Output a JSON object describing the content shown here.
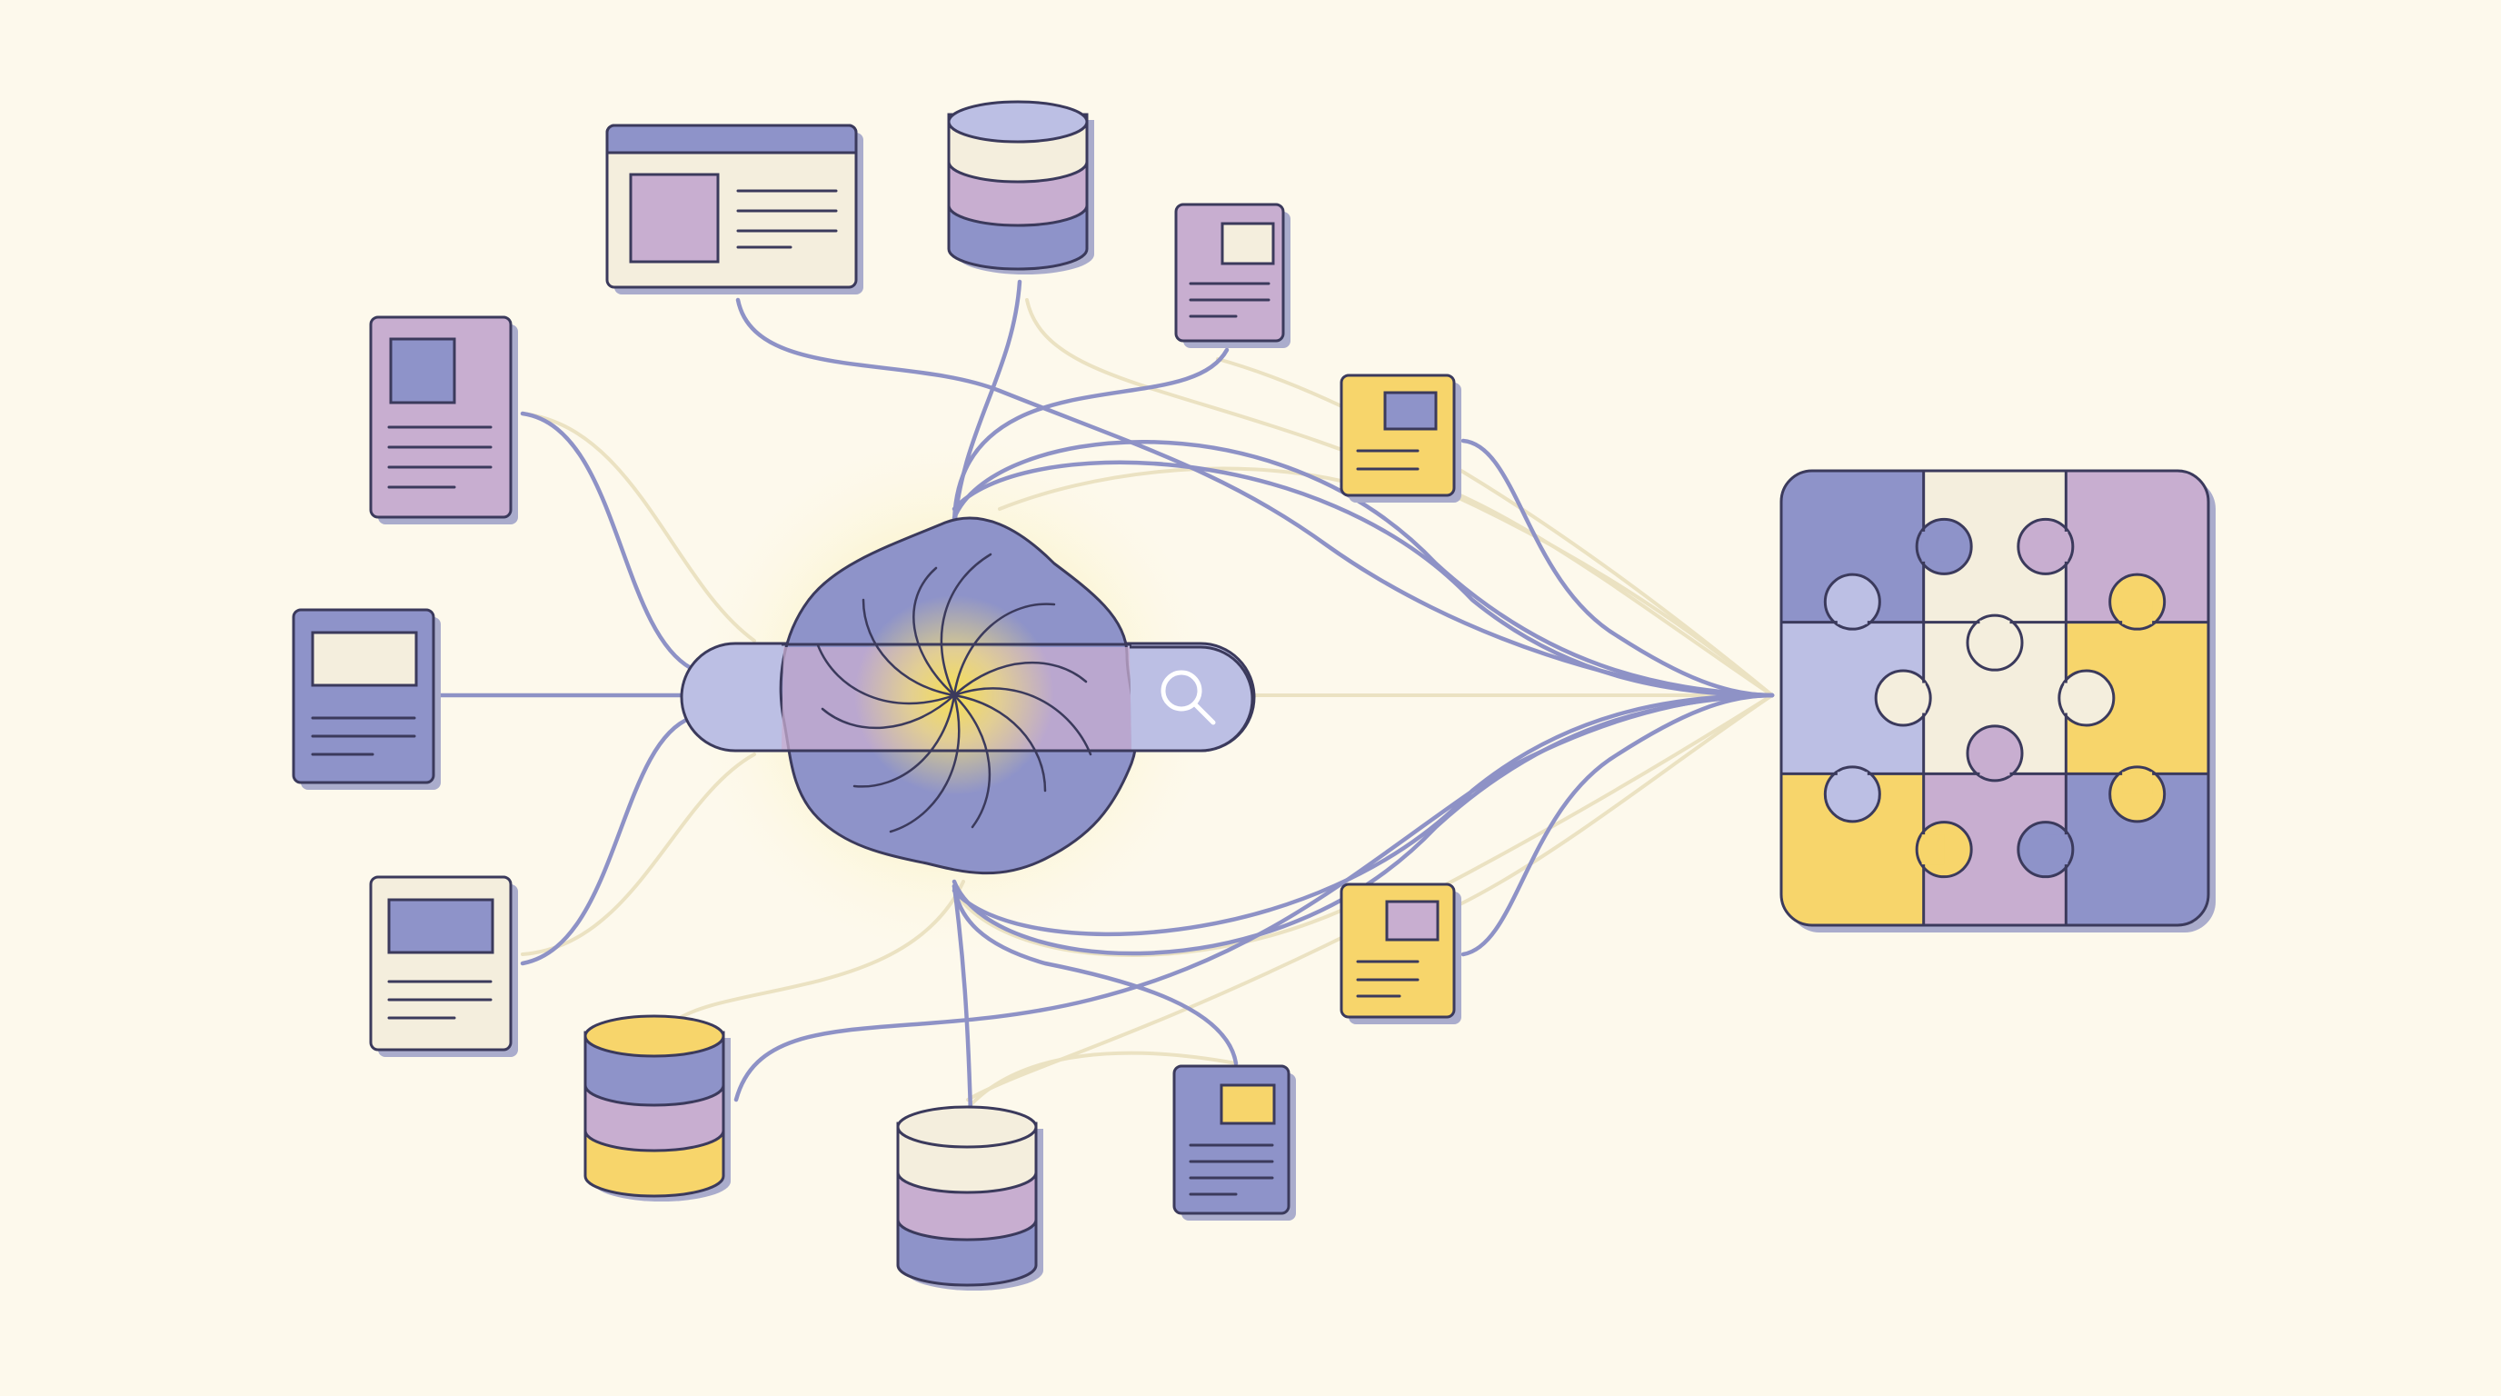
{
  "palette": {
    "background": "#fdf9ec",
    "outline": "#3b3a5c",
    "shadow": "#aaaccc",
    "periwinkle": "#8e93c9",
    "lavender": "#bcbfe4",
    "mauve": "#c8aed0",
    "cream": "#f4eedd",
    "yellow": "#f7d56b",
    "glow": "#f7e36a",
    "line_strong": "#8e92c6",
    "line_faint": "#ebe2c2"
  },
  "hub": {
    "icon": "search-icon",
    "blob_icon": "swirl-blob-icon"
  },
  "sources": [
    {
      "id": "browser-window",
      "kind": "window",
      "colors": {
        "bar": "#8e93c9",
        "body": "#f4eedd",
        "thumb": "#c8aed0"
      }
    },
    {
      "id": "database-top",
      "kind": "cylinder",
      "colors": {
        "top": "#bcbfe4",
        "bands": [
          "#f4eedd",
          "#c8aed0",
          "#8e93c9"
        ]
      }
    },
    {
      "id": "doc-top-small",
      "kind": "document",
      "colors": {
        "body": "#c8aed0",
        "thumb": "#f4eedd"
      }
    },
    {
      "id": "doc-top-left",
      "kind": "document",
      "colors": {
        "body": "#c8aed0",
        "thumb": "#8e93c9"
      }
    },
    {
      "id": "doc-left",
      "kind": "document",
      "colors": {
        "body": "#8e93c9",
        "thumb": "#f4eedd"
      }
    },
    {
      "id": "doc-bottom-left",
      "kind": "document",
      "colors": {
        "body": "#f4eedd",
        "thumb": "#8e93c9"
      }
    },
    {
      "id": "database-bottom-left",
      "kind": "cylinder",
      "colors": {
        "top": "#f7d56b",
        "bands": [
          "#8e93c9",
          "#c8aed0",
          "#f7d56b"
        ]
      }
    },
    {
      "id": "database-bottom",
      "kind": "cylinder",
      "colors": {
        "top": "#f4eedd",
        "bands": [
          "#f4eedd",
          "#c8aed0",
          "#8e93c9"
        ]
      }
    },
    {
      "id": "doc-bottom-small",
      "kind": "document",
      "colors": {
        "body": "#8e93c9",
        "thumb": "#f7d56b"
      }
    },
    {
      "id": "note-upper-right",
      "kind": "document",
      "colors": {
        "body": "#f7d56b",
        "thumb": "#8e93c9"
      }
    },
    {
      "id": "note-lower-right",
      "kind": "document",
      "colors": {
        "body": "#f7d56b",
        "thumb": "#c8aed0"
      }
    }
  ],
  "puzzle": {
    "icon": "puzzle-icon",
    "pieces": [
      [
        "#8e93c9",
        "#f4eedd",
        "#c8aed0"
      ],
      [
        "#bcbfe4",
        "#f4eedd",
        "#f7d56b"
      ],
      [
        "#f7d56b",
        "#c8aed0",
        "#8e93c9"
      ]
    ]
  }
}
